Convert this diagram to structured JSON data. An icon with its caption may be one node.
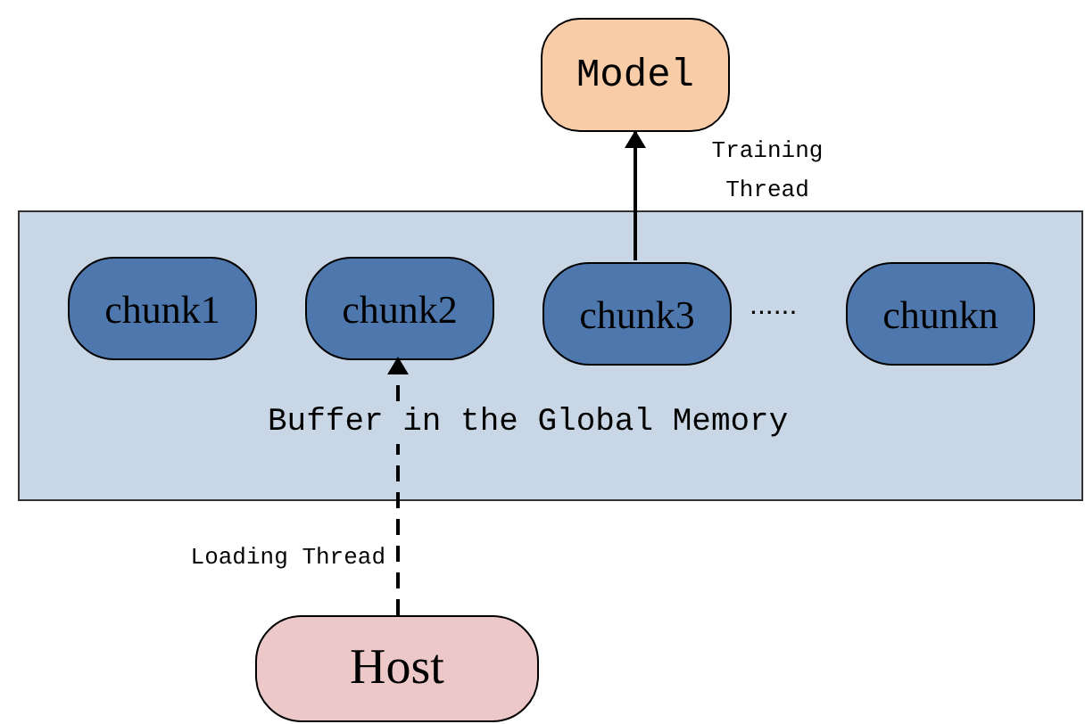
{
  "diagram": {
    "nodes": [
      {
        "text": [
          "Model"
        ]
      },
      {
        "text": [
          "Buffer in the Global Memory"
        ]
      },
      {
        "text": [
          "chunk1"
        ],
        "in": 1
      },
      {
        "text": [
          "chunk2"
        ],
        "in": 1
      },
      {
        "text": [
          "chunk3"
        ],
        "in": 1
      },
      {
        "text": [
          "chunkn"
        ],
        "in": 1
      },
      {
        "text": [
          "Host"
        ]
      }
    ],
    "edges": [
      {
        "from": 4,
        "to": 0,
        "arrow": "to",
        "label": "Training Thread"
      },
      {
        "from": 6,
        "to": 3,
        "arrow": "to",
        "label": "Loading Thread",
        "style": "dashed"
      }
    ],
    "labels": [
      "......"
    ]
  }
}
